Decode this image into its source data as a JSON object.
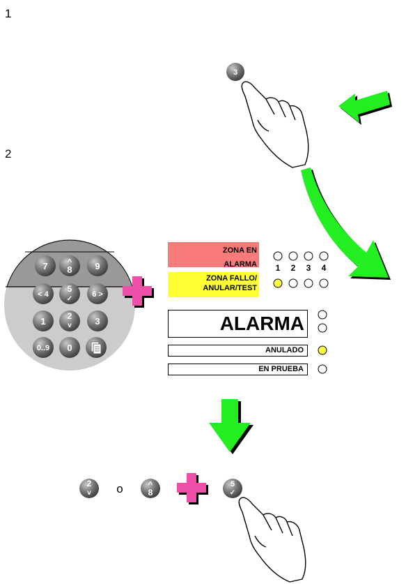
{
  "steps": {
    "step1": "1",
    "step2": "2"
  },
  "keys": {
    "k3_top": "3",
    "k7": "7",
    "k8_up": "^",
    "k8": "8",
    "k9": "9",
    "k4_left": "< 4",
    "k5": "5",
    "k5_check": "✓",
    "k6_right": "6 >",
    "k1": "1",
    "k2": "2",
    "k2_down": "v",
    "k3": "3",
    "k09": "0..9",
    "k0": "0"
  },
  "panel": {
    "zona_en_alarma_1": "ZONA EN",
    "zona_en_alarma_2": "ALARMA",
    "zona_fallo_1": "ZONA FALLO/",
    "zona_fallo_2": "ANULAR/TEST",
    "zone_numbers": [
      "1",
      "2",
      "3",
      "4"
    ],
    "alarma": "ALARMA",
    "anulado": "ANULADO",
    "en_prueba": "EN PRUEBA"
  },
  "bottom": {
    "k2": "2",
    "k2_down": "v",
    "or_text": "o",
    "k8_up": "^",
    "k8": "8",
    "k5": "5",
    "k5_check": "✓"
  },
  "colors": {
    "arrow": "#22ee22",
    "plus": "#ee4fa8",
    "zone_red": "#f87a7a",
    "zone_yellow": "#ffff33",
    "led_on": "#ffff44",
    "keypad_bg": "#cccccc",
    "keypad_dark": "#999999"
  },
  "icons": [
    "pointing-hand-icon",
    "green-arrow-icon",
    "plus-icon",
    "led-icon",
    "notepad-icon"
  ]
}
